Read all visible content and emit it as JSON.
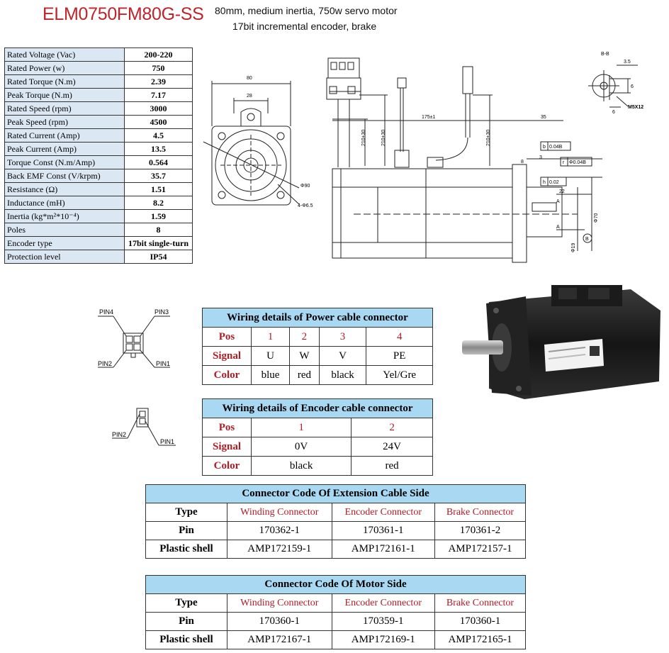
{
  "header": {
    "model": "ELM0750FM80G-SS",
    "subtitle_line1": "80mm, medium inertia, 750w servo motor",
    "subtitle_line2": "17bit incremental encoder,  brake"
  },
  "specs": [
    {
      "label": "Rated Voltage (Vac)",
      "value": "200-220"
    },
    {
      "label": "Rated Power (w)",
      "value": "750"
    },
    {
      "label": "Rated Torque (N.m)",
      "value": "2.39"
    },
    {
      "label": "Peak Torque (N.m)",
      "value": "7.17"
    },
    {
      "label": "Rated Speed (rpm)",
      "value": "3000"
    },
    {
      "label": "Peak Speed (rpm)",
      "value": "4500"
    },
    {
      "label": "Rated Current (Amp)",
      "value": "4.5"
    },
    {
      "label": "Peak Current (Amp)",
      "value": "13.5"
    },
    {
      "label": "Torque Const (N.m/Amp)",
      "value": "0.564"
    },
    {
      "label": "Back EMF Const (V/krpm)",
      "value": "35.7"
    },
    {
      "label": "Resistance (Ω)",
      "value": "1.51"
    },
    {
      "label": "Inductance (mH)",
      "value": "8.2"
    },
    {
      "label": "Inertia (kg*m²*10⁻⁴)",
      "value": "1.59"
    },
    {
      "label": "Poles",
      "value": "8"
    },
    {
      "label": "Encoder type",
      "value": "17bit single-turn"
    },
    {
      "label": "Protection level",
      "value": "IP54"
    }
  ],
  "drawing": {
    "front_width": "80",
    "front_key": "28",
    "pcd": "Φ90",
    "holes": "4-Φ6.5",
    "cable1": "210±30",
    "cable2": "210±30",
    "cable3": "210±30",
    "body_length": "175±1",
    "shaft_length": "35",
    "flange": "3",
    "flange2": "8",
    "tol_b": "b",
    "tol_b_val": "0.04B",
    "tol_r": "r",
    "tol_r_val": "Φ0.04B",
    "tol_h": "h",
    "tol_h_val": "0.02",
    "key_len": "22",
    "label_a": "A",
    "label_b": "B",
    "shaft_dia": "Φ70",
    "bore_dia": "Φ19",
    "section": "B-B",
    "sec_w": "3.5",
    "sec_h": "6",
    "sec_d": "6",
    "thread": "M5X12"
  },
  "pins": {
    "p4": "PIN4",
    "p3": "PIN3",
    "p2": "PIN2",
    "p1": "PIN1",
    "e2": "PIN2",
    "e1": "PIN1"
  },
  "power_wiring": {
    "title": "Wiring details of Power cable connector",
    "rows": [
      {
        "head": "Pos",
        "cells": [
          "1",
          "2",
          "3",
          "4"
        ]
      },
      {
        "head": "Signal",
        "cells": [
          "U",
          "W",
          "V",
          "PE"
        ]
      },
      {
        "head": "Color",
        "cells": [
          "blue",
          "red",
          "black",
          "Yel/Gre"
        ]
      }
    ]
  },
  "encoder_wiring": {
    "title": "Wiring details of Encoder cable connector",
    "rows": [
      {
        "head": "Pos",
        "cells": [
          "1",
          "2"
        ]
      },
      {
        "head": "Signal",
        "cells": [
          "0V",
          "24V"
        ]
      },
      {
        "head": "Color",
        "cells": [
          "black",
          "red"
        ]
      }
    ]
  },
  "extension_side": {
    "title": "Connector Code Of Extension Cable Side",
    "rows": [
      {
        "head": "Type",
        "cells": [
          "Winding Connector",
          "Encoder Connector",
          "Brake Connector"
        ]
      },
      {
        "head": "Pin",
        "cells": [
          "170362-1",
          "170361-1",
          "170361-2"
        ]
      },
      {
        "head": "Plastic shell",
        "cells": [
          "AMP172159-1",
          "AMP172161-1",
          "AMP172157-1"
        ]
      }
    ]
  },
  "motor_side": {
    "title": "Connector Code Of Motor Side",
    "rows": [
      {
        "head": "Type",
        "cells": [
          "Winding Connector",
          "Encoder Connector",
          "Brake Connector"
        ]
      },
      {
        "head": "Pin",
        "cells": [
          "170360-1",
          "170359-1",
          "170360-1"
        ]
      },
      {
        "head": "Plastic shell",
        "cells": [
          "AMP172167-1",
          "AMP172169-1",
          "AMP172165-1"
        ]
      }
    ]
  },
  "colors": {
    "title_red": "#c0242b",
    "header_blue": "#a9d8f2",
    "label_blue": "#dbe8f4",
    "accent_red": "#b01c24"
  }
}
